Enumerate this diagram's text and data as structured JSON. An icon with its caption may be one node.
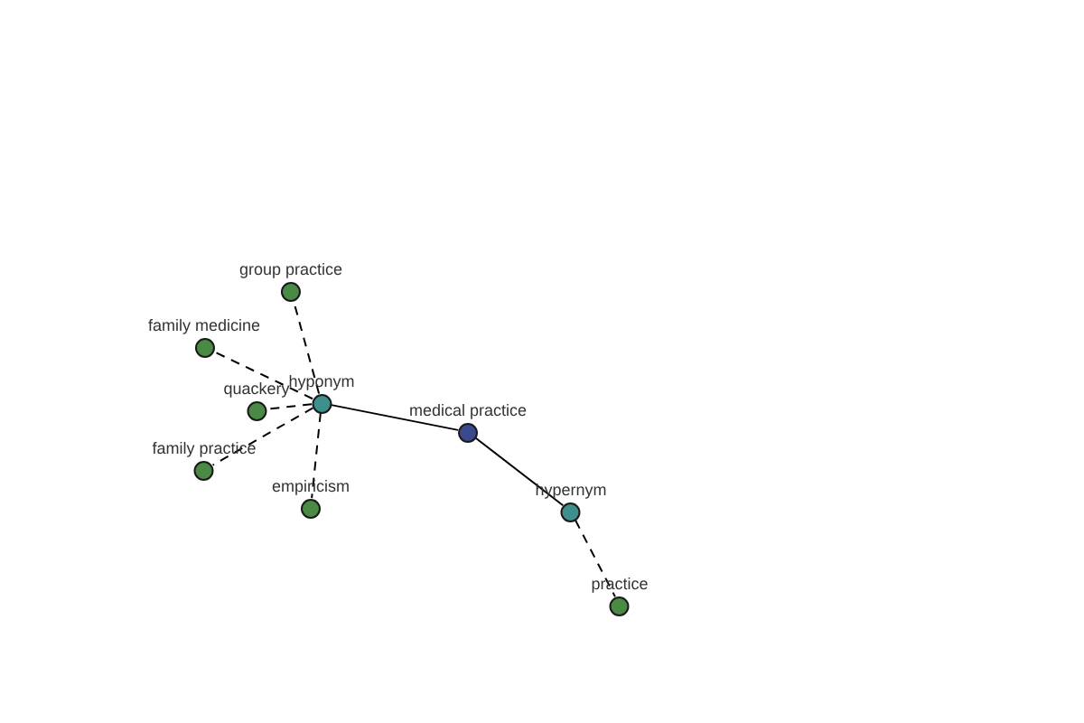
{
  "diagram": {
    "nodes": [
      {
        "text": [
          "medical practice"
        ]
      },
      {
        "text": [
          "hyponym"
        ]
      },
      {
        "text": [
          "hypernym"
        ]
      },
      {
        "text": [
          "group practice"
        ]
      },
      {
        "text": [
          "family medicine"
        ]
      },
      {
        "text": [
          "quackery"
        ]
      },
      {
        "text": [
          "family practice"
        ]
      },
      {
        "text": [
          "empiricism"
        ]
      },
      {
        "text": [
          "practice"
        ]
      }
    ],
    "edges": [
      {
        "from": 0,
        "to": 1,
        "arrow": "none"
      },
      {
        "from": 0,
        "to": 2,
        "arrow": "none"
      },
      {
        "from": 1,
        "to": 3,
        "arrow": "none",
        "style": "dashed"
      },
      {
        "from": 1,
        "to": 4,
        "arrow": "none",
        "style": "dashed"
      },
      {
        "from": 1,
        "to": 5,
        "arrow": "none",
        "style": "dashed"
      },
      {
        "from": 1,
        "to": 6,
        "arrow": "none",
        "style": "dashed"
      },
      {
        "from": 1,
        "to": 7,
        "arrow": "none",
        "style": "dashed"
      },
      {
        "from": 2,
        "to": 8,
        "arrow": "none",
        "style": "dashed"
      }
    ]
  }
}
